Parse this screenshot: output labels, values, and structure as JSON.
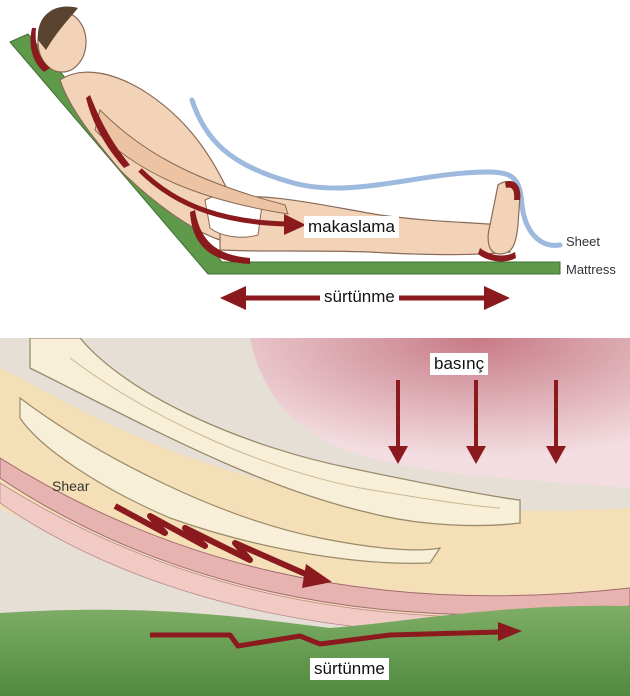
{
  "top": {
    "label_shear": "makaslama",
    "label_friction": "sürtünme",
    "label_sheet": "Sheet",
    "label_mattress": "Mattress"
  },
  "bottom": {
    "label_pressure": "basınç",
    "label_shear": "Shear",
    "label_friction": "sürtünme"
  },
  "colors": {
    "mattress_green": "#5e9a4a",
    "sheet_blue": "#9db9dd",
    "arrow_red": "#8a1a1e",
    "skin": "#f2d3b8",
    "pressure_zone": "#d99aa3"
  }
}
